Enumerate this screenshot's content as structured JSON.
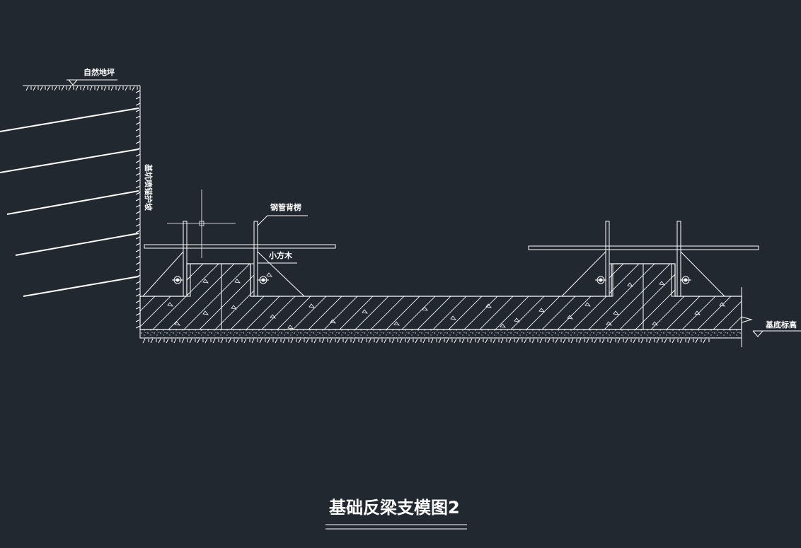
{
  "drawing": {
    "title": "基础反梁支模图2",
    "labels": {
      "natural_ground": "自然地坪",
      "slope_support": "基坑喷锚护坡",
      "steel_pipe": "钢管背楞",
      "small_square": "小方木",
      "base_elevation": "基底标高"
    }
  },
  "colors": {
    "background": "#212830",
    "line": "#ffffff"
  }
}
